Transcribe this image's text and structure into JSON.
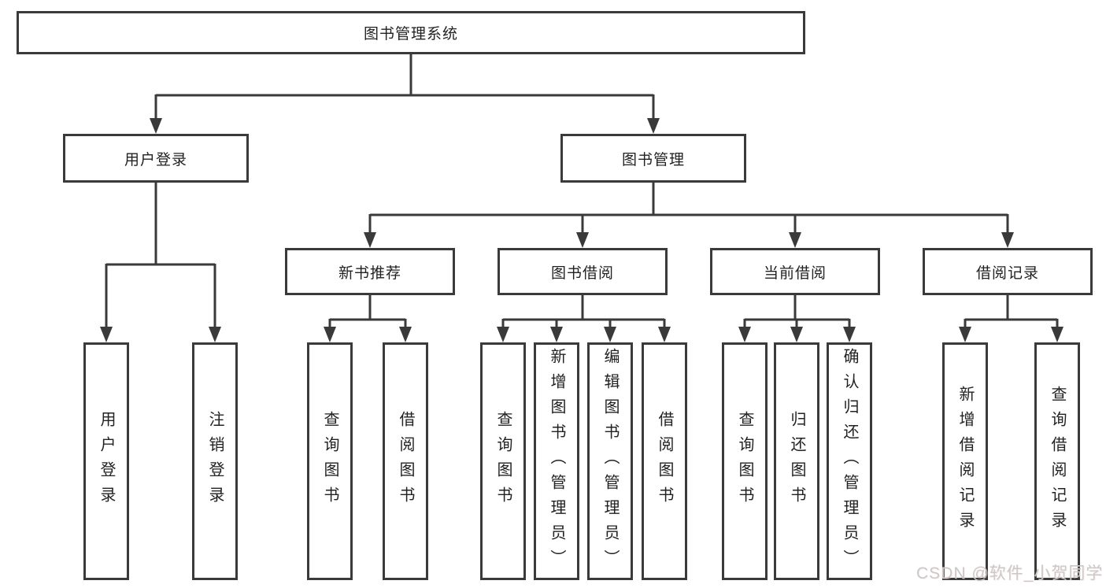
{
  "diagram": {
    "title": "图书管理系统",
    "level2": {
      "user_login": "用户登录",
      "book_mgmt": "图书管理"
    },
    "level3": {
      "new_book": "新书推荐",
      "borrow": "图书借阅",
      "current": "当前借阅",
      "records": "借阅记录"
    },
    "leaves": {
      "user_login_1": "用户登录",
      "user_login_2": "注销登录",
      "new_book_1": "查询图书",
      "new_book_2": "借阅图书",
      "borrow_1": "查询图书",
      "borrow_2": "新增图书（管理员）",
      "borrow_3": "编辑图书（管理员）",
      "borrow_4": "借阅图书",
      "current_1": "查询图书",
      "current_2": "归还图书",
      "current_3": "确认归还（管理员）",
      "records_1": "新增借阅记录",
      "records_2": "查询借阅记录"
    }
  },
  "watermark": "CSDN @软件_小贺同学",
  "colors": {
    "line": "#3a3a3a",
    "text": "#222222",
    "watermark": "#c9c9c9",
    "background": "#ffffff"
  }
}
